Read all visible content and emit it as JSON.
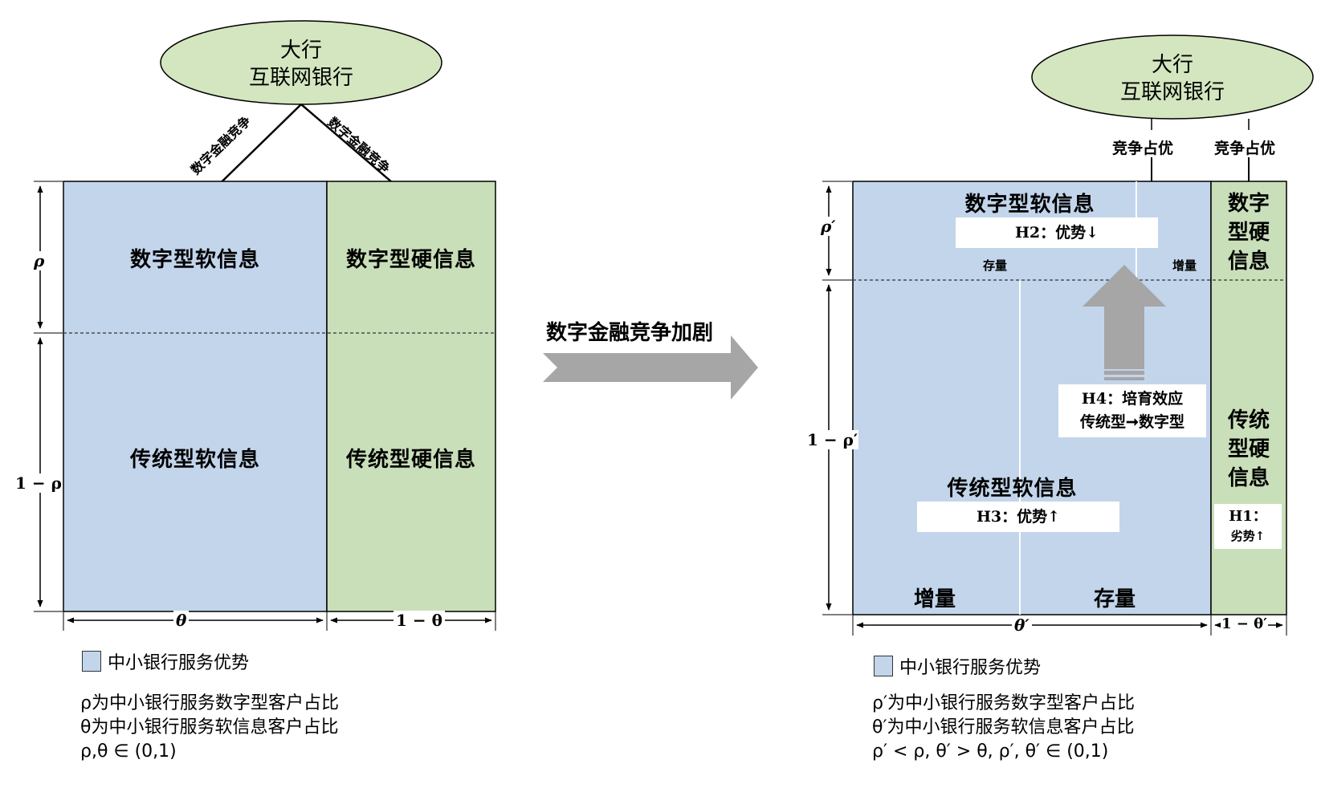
{
  "left": {
    "ellipse": {
      "line1": "大行",
      "line2": "互联网银行"
    },
    "arrow_left_label": "数字金融竞争",
    "arrow_right_label": "数字金融竞争",
    "cells": {
      "top_left": "数字型软信息",
      "top_right": "数字型硬信息",
      "bottom_left": "传统型软信息",
      "bottom_right": "传统型硬信息"
    },
    "dims": {
      "rho": "ρ",
      "one_minus_rho": "1 − ρ",
      "theta": "θ",
      "one_minus_theta": "1 − θ"
    },
    "legend": "中小银行服务优势",
    "notes": [
      "ρ为中小银行服务数字型客户占比",
      "θ为中小银行服务软信息客户占比",
      "ρ,θ ∈ (0,1)"
    ]
  },
  "middle": {
    "label": "数字金融竞争加剧"
  },
  "right": {
    "ellipse": {
      "line1": "大行",
      "line2": "互联网银行"
    },
    "compete_left": "竞争占优",
    "compete_right": "竞争占优",
    "top_soft": "数字型软信息",
    "h2": "H2：优势↓",
    "stock_small": "存量",
    "increment_small": "增量",
    "h4_line1": "H4：培育效应",
    "h4_line2": "传统型➞数字型",
    "bottom_soft": "传统型软信息",
    "h3": "H3：优势↑",
    "increment": "增量",
    "stock": "存量",
    "hard_top": [
      "数字",
      "型硬",
      "信息"
    ],
    "hard_bottom": [
      "传统",
      "型硬",
      "信息"
    ],
    "h1_line1": "H1：",
    "h1_line2": "劣势↑",
    "dims": {
      "rho": "ρ′",
      "one_minus_rho": "1 − ρ′",
      "theta": "θ′",
      "one_minus_theta": "1 − θ′"
    },
    "legend": "中小银行服务优势",
    "notes": [
      "ρ′为中小银行服务数字型客户占比",
      "θ′为中小银行服务软信息客户占比",
      "ρ′ < ρ, θ′ > θ, ρ′, θ′ ∈ (0,1)"
    ]
  },
  "colors": {
    "blue": "#c2d5eb",
    "green": "#c9dfb9",
    "ellipse": "#d3e6bf",
    "arrow_gray": "#a6a6a6"
  }
}
